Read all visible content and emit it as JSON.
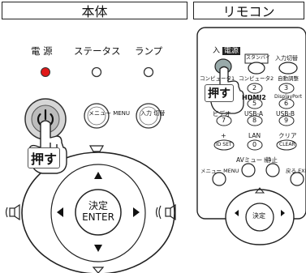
{
  "headers": {
    "main": "本体",
    "remote": "リモコン"
  },
  "main_panel": {
    "power_label": "電 源",
    "status_label": "ステータス",
    "lamp_label": "ランプ",
    "menu_button": "メニュー MENU",
    "input_button": "入力 切替",
    "push_callout": "押す",
    "enter_button_jp": "決定",
    "enter_button_en": "ENTER",
    "power_led_color": "#e01818"
  },
  "remote_panel": {
    "power_label": "電源",
    "power_prefix": "入",
    "standby_label": "スタンバイ",
    "input_switch": "入力切替",
    "computer1": "コンピュータ1",
    "computer2": "コンピュータ2",
    "auto_adjust": "自動調整",
    "hdmi": "HDMI2",
    "displayport": "DisplayPort",
    "video": "ビデオ",
    "usb_a": "USB-A",
    "usb_b": "USB-B",
    "plus": "+",
    "lan": "LAN",
    "clear_jp": "クリア",
    "id_set": "ID SET",
    "clear_en": "CLEAR",
    "av_mute": "AVミュート",
    "freeze": "静止",
    "menu": "メニュー MENU",
    "back": "戻る EXIT",
    "push_callout": "押す",
    "enter": "決定",
    "keys": [
      "2",
      "3",
      "5",
      "6",
      "7",
      "8",
      "9",
      "0"
    ]
  }
}
